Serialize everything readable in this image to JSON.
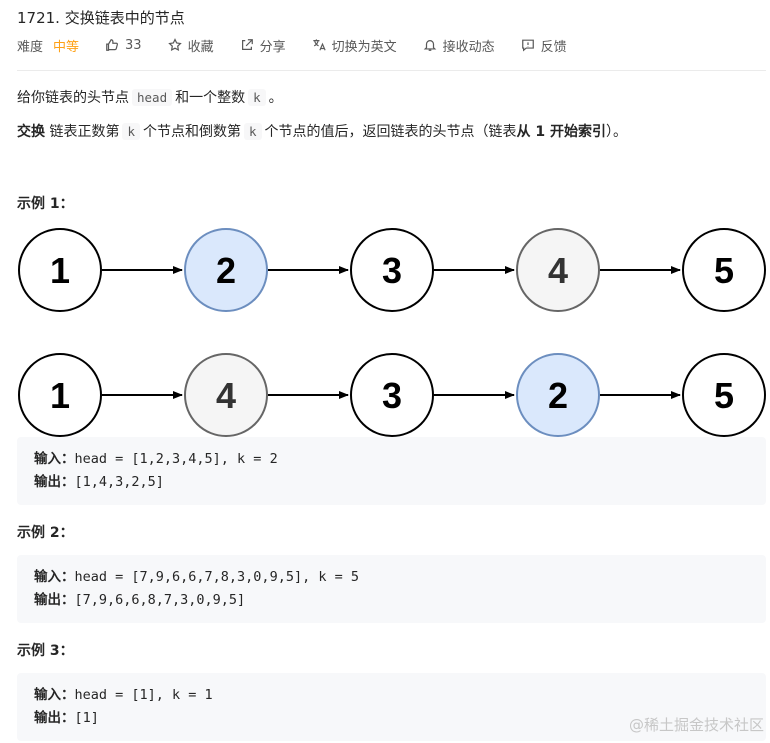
{
  "problem": {
    "title": "1721. 交换链表中的节点",
    "difficulty_label": "难度",
    "difficulty": "中等",
    "likes": "33",
    "favorite": "收藏",
    "share": "分享",
    "switch_lang": "切换为英文",
    "notify": "接收动态",
    "feedback": "反馈"
  },
  "description": {
    "line1": [
      "给你链表的头节点",
      "head",
      "和一个整数",
      "k",
      "。"
    ],
    "line2": [
      "交换",
      "链表正数第",
      "k",
      "个节点和倒数第",
      "k",
      "个节点的值后，返回链表的头节点（链表",
      "从 1 开始索引",
      "）。"
    ]
  },
  "example1": {
    "title": "示例 1：",
    "before": [
      "1",
      "2",
      "3",
      "4",
      "5"
    ],
    "after": [
      "1",
      "4",
      "3",
      "2",
      "5"
    ],
    "input_label": "输入：",
    "input": "head = [1,2,3,4,5], k = 2",
    "output_label": "输出：",
    "output": "[1,4,3,2,5]"
  },
  "example2": {
    "title": "示例 2：",
    "input_label": "输入：",
    "input": "head = [7,9,6,6,7,8,3,0,9,5], k = 5",
    "output_label": "输出：",
    "output": "[7,9,6,6,8,7,3,0,9,5]"
  },
  "example3": {
    "title": "示例 3：",
    "input_label": "输入：",
    "input": "head = [1], k = 1",
    "output_label": "输出：",
    "output": "[1]"
  },
  "watermark": "@稀土掘金技术社区",
  "colors": {
    "accent_difficulty": "#ffa116",
    "node_blue": "#dae8fc",
    "node_blue_stroke": "#6c8ebf",
    "node_gray": "#f5f5f5",
    "node_gray_stroke": "#666666",
    "node_white": "#ffffff",
    "node_stroke": "#000000"
  }
}
